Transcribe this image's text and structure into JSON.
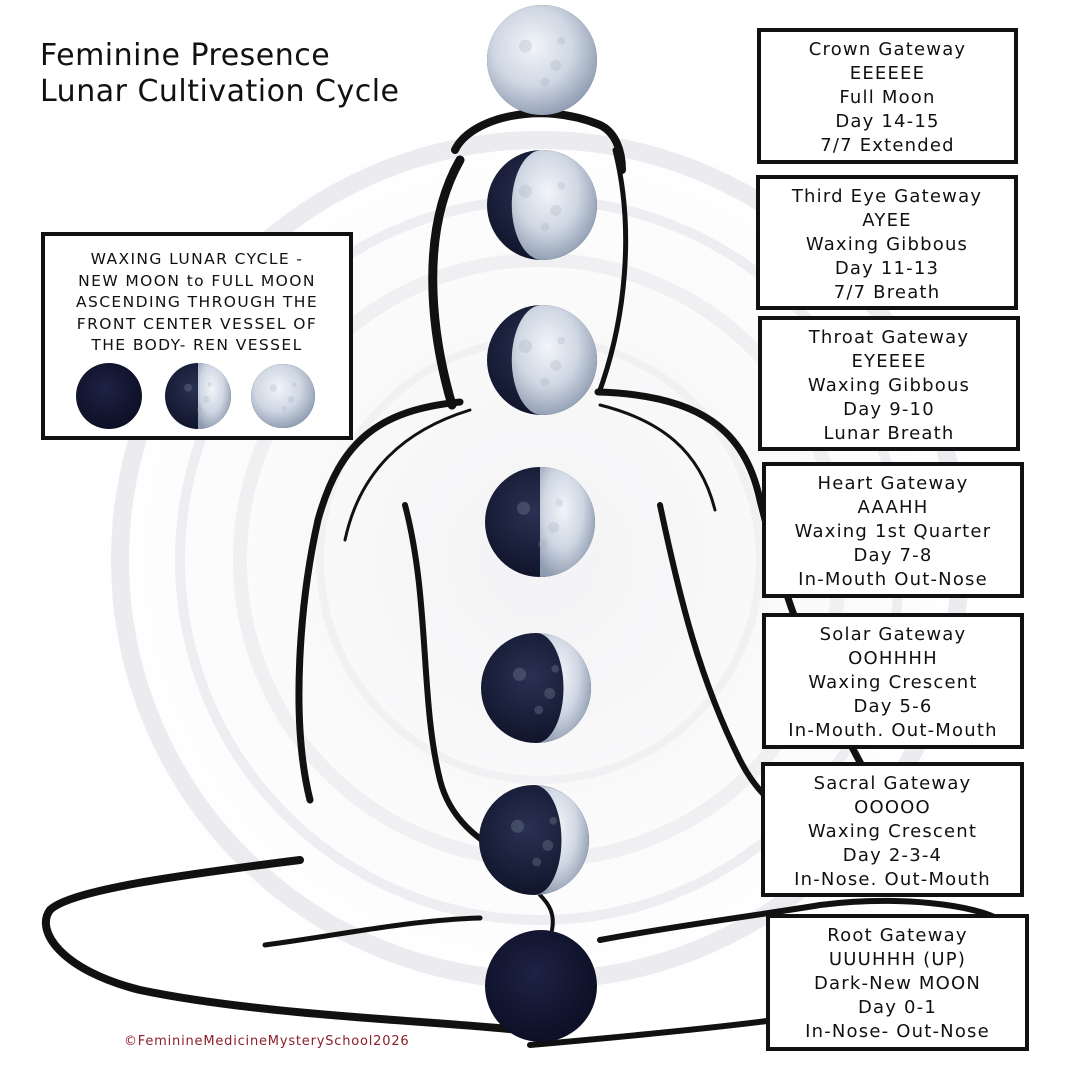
{
  "title": {
    "line1": "Feminine Presence",
    "line2": "Lunar Cultivation Cycle"
  },
  "info_box": {
    "lines": [
      "WAXING LUNAR CYCLE -",
      "NEW MOON to FULL MOON",
      "ASCENDING THROUGH THE",
      "FRONT CENTER VESSEL OF",
      "THE BODY- REN VESSEL"
    ],
    "moons": [
      "new",
      "quarter",
      "full"
    ]
  },
  "gateways": [
    {
      "name": "Crown Gateway",
      "sound": "EEEEEE",
      "phase": "Full Moon",
      "days": "Day 14-15",
      "breath": "7/7 Extended"
    },
    {
      "name": "Third Eye Gateway",
      "sound": "AYEE",
      "phase": "Waxing Gibbous",
      "days": "Day 11-13",
      "breath": "7/7 Breath"
    },
    {
      "name": "Throat Gateway",
      "sound": "EYEEEE",
      "phase": "Waxing Gibbous",
      "days": "Day 9-10",
      "breath": "Lunar Breath"
    },
    {
      "name": "Heart Gateway",
      "sound": "AAAHH",
      "phase": "Waxing 1st Quarter",
      "days": "Day 7-8",
      "breath": "In-Mouth Out-Nose"
    },
    {
      "name": "Solar Gateway",
      "sound": "OOHHHH",
      "phase": "Waxing Crescent",
      "days": "Day 5-6",
      "breath": "In-Mouth. Out-Mouth"
    },
    {
      "name": "Sacral Gateway",
      "sound": "OOOOO",
      "phase": "Waxing Crescent",
      "days": "Day 2-3-4",
      "breath": "In-Nose. Out-Mouth"
    },
    {
      "name": "Root Gateway",
      "sound": "UUUHHH (UP)",
      "phase": "Dark-New MOON",
      "days": "Day 0-1",
      "breath": "In-Nose- Out-Nose"
    }
  ],
  "chakra_moons": [
    "full",
    "gibbous",
    "gibbous",
    "quarter",
    "crescent",
    "crescent",
    "new"
  ],
  "copyright": "©FeminineMedicineMysterySchool2026",
  "colors": {
    "outline": "#111111",
    "moon_light": "#dfe5ee",
    "moon_dark": "#141830",
    "copyright": "#8b1f2a"
  }
}
